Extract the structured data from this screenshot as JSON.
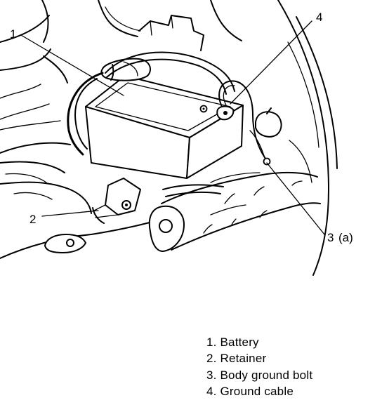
{
  "callouts": {
    "c1": "1",
    "c2": "2",
    "c3": "3",
    "c3_suffix": "(a)",
    "c4": "4"
  },
  "legend": [
    "1. Battery",
    "2. Retainer",
    "3. Body ground bolt",
    "4. Ground cable"
  ]
}
